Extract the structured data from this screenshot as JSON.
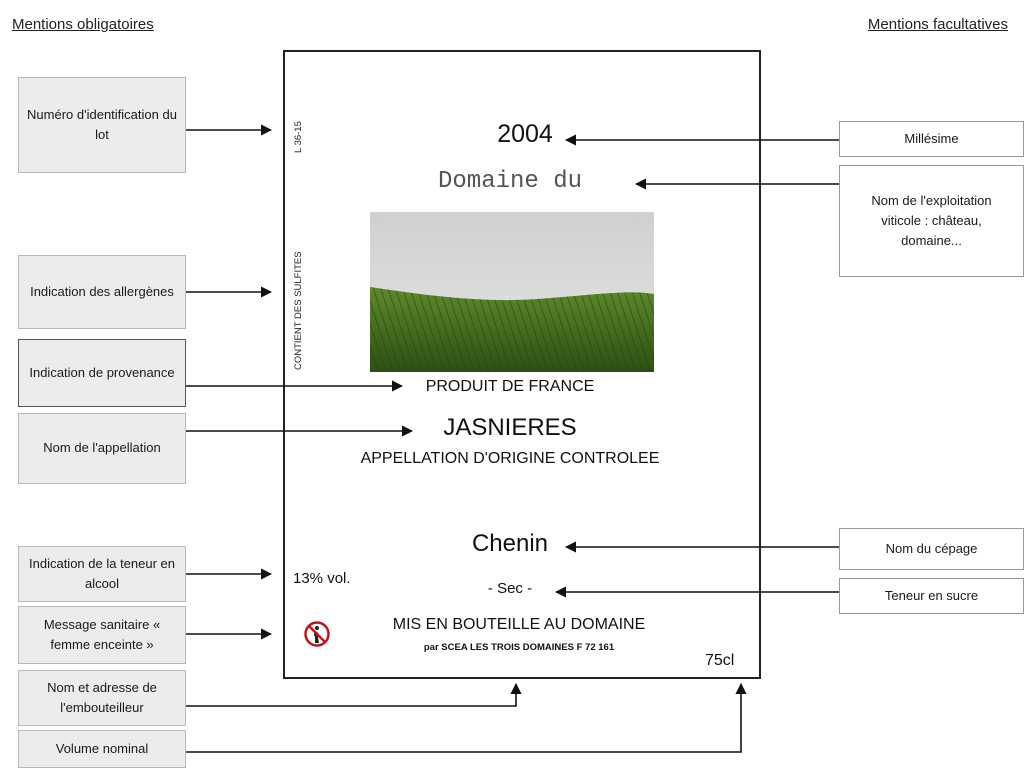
{
  "headings": {
    "left": "Mentions obligatoires",
    "right": "Mentions facultatives"
  },
  "left_boxes": {
    "lot": "Numéro d'identification du lot",
    "allergens": "Indication des allergènes",
    "provenance": "Indication de provenance",
    "appellation": "Nom de l'appellation",
    "alcohol": "Indication de la teneur en alcool",
    "pregnancy": "Message sanitaire « femme enceinte »",
    "bottler": "Nom et adresse de l'embouteilleur",
    "volume": "Volume nominal"
  },
  "right_boxes": {
    "vintage": "Millésime",
    "estate": "Nom de l'exploitation viticole : château, domaine...",
    "grape": "Nom du cépage",
    "sugar": "Teneur en sucre"
  },
  "wine_label": {
    "lot_code": "L 36-15",
    "sulfites": "CONTIENT DES SULFITES",
    "year": "2004",
    "estate_name": "Domaine du",
    "origin": "PRODUIT DE FRANCE",
    "appellation": "JASNIERES",
    "aoc": "APPELLATION D'ORIGINE CONTROLEE",
    "grape": "Chenin",
    "alcohol": "13% vol.",
    "sweetness": "- Sec -",
    "bottling": "MIS EN BOUTEILLE AU DOMAINE",
    "bottler": "par SCEA LES TROIS DOMAINES F 72 161",
    "volume": "75cl"
  },
  "icons": {
    "pregnancy_logo": "pregnant-woman-prohibition-icon",
    "vineyard_photo": "vineyard-photo"
  },
  "colors": {
    "box_fill": "#ececec",
    "prohibition_red": "#c0151b",
    "vineyard_green": "#3f6a1e"
  }
}
